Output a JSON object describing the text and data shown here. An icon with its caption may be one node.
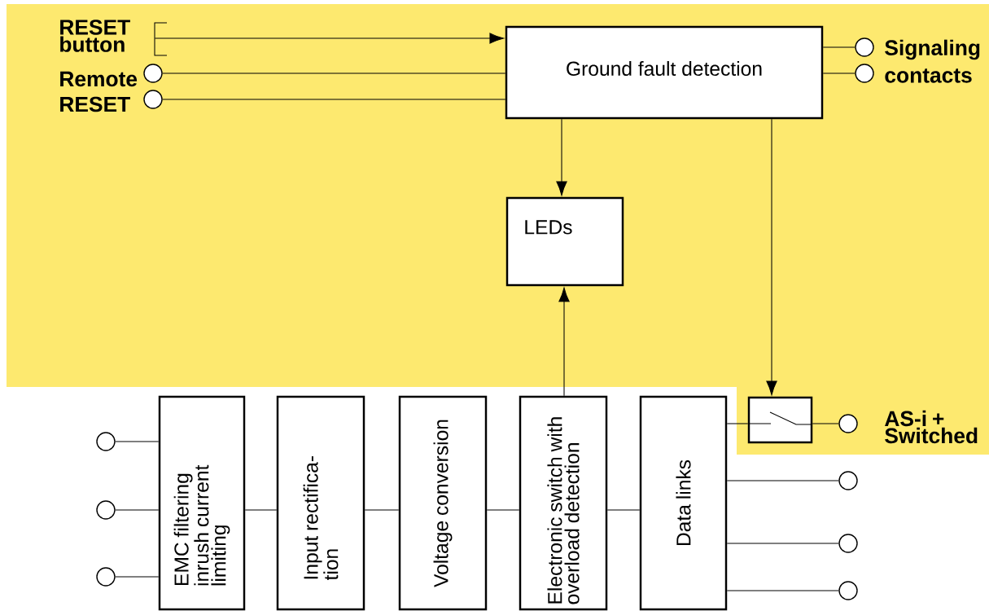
{
  "diagram": {
    "nodes": [
      {
        "text": [],
        "shape": "bracket",
        "beside": [
          "RESET button"
        ]
      },
      {
        "text": [],
        "shape": "circle",
        "beside": [
          "Remote"
        ]
      },
      {
        "text": [],
        "shape": "circle",
        "beside": [
          "RESET"
        ]
      },
      {
        "text": [
          "Ground fault detection"
        ]
      },
      {
        "text": [],
        "shape": "circle",
        "beside": [
          "Signaling"
        ]
      },
      {
        "text": [],
        "shape": "circle",
        "beside": [
          "contacts"
        ]
      },
      {
        "text": [
          "LEDs"
        ]
      },
      {
        "text": [],
        "shape": "box"
      },
      {
        "text": [],
        "shape": "circle",
        "beside": [
          "AS-i + Switched"
        ]
      },
      {
        "text": [],
        "shape": "circle"
      },
      {
        "text": [],
        "shape": "circle"
      },
      {
        "text": [],
        "shape": "circle"
      },
      {
        "text": [
          "EMC filtering inrush current limiting"
        ]
      },
      {
        "text": [
          "Input rectifica-tion"
        ]
      },
      {
        "text": [
          "Voltage conversion"
        ]
      },
      {
        "text": [
          "Electronic switch with overload detection"
        ]
      },
      {
        "text": [
          "Data links"
        ]
      },
      {
        "text": [],
        "shape": "circle"
      },
      {
        "text": [],
        "shape": "circle"
      },
      {
        "text": [],
        "shape": "circle"
      }
    ],
    "edges": [
      {
        "from": 0,
        "to": 3,
        "arrow": "to"
      },
      {
        "from": 1,
        "to": 3,
        "arrow": "none"
      },
      {
        "from": 2,
        "to": 3,
        "arrow": "none"
      },
      {
        "from": 3,
        "to": 4,
        "arrow": "none"
      },
      {
        "from": 3,
        "to": 5,
        "arrow": "none"
      },
      {
        "from": 3,
        "to": 6,
        "arrow": "to"
      },
      {
        "from": 3,
        "to": 7,
        "arrow": "to"
      },
      {
        "from": 15,
        "to": 6,
        "arrow": "to"
      },
      {
        "from": 7,
        "to": 8,
        "arrow": "none"
      },
      {
        "from": 16,
        "to": 7,
        "arrow": "none"
      },
      {
        "from": 9,
        "to": 12,
        "arrow": "none"
      },
      {
        "from": 10,
        "to": 12,
        "arrow": "none"
      },
      {
        "from": 11,
        "to": 12,
        "arrow": "none"
      },
      {
        "from": 12,
        "to": 13,
        "arrow": "none"
      },
      {
        "from": 13,
        "to": 14,
        "arrow": "none"
      },
      {
        "from": 14,
        "to": 15,
        "arrow": "none"
      },
      {
        "from": 15,
        "to": 16,
        "arrow": "none"
      },
      {
        "from": 16,
        "to": 17,
        "arrow": "none"
      },
      {
        "from": 16,
        "to": 18,
        "arrow": "none"
      },
      {
        "from": 16,
        "to": 19,
        "arrow": "none"
      }
    ]
  }
}
